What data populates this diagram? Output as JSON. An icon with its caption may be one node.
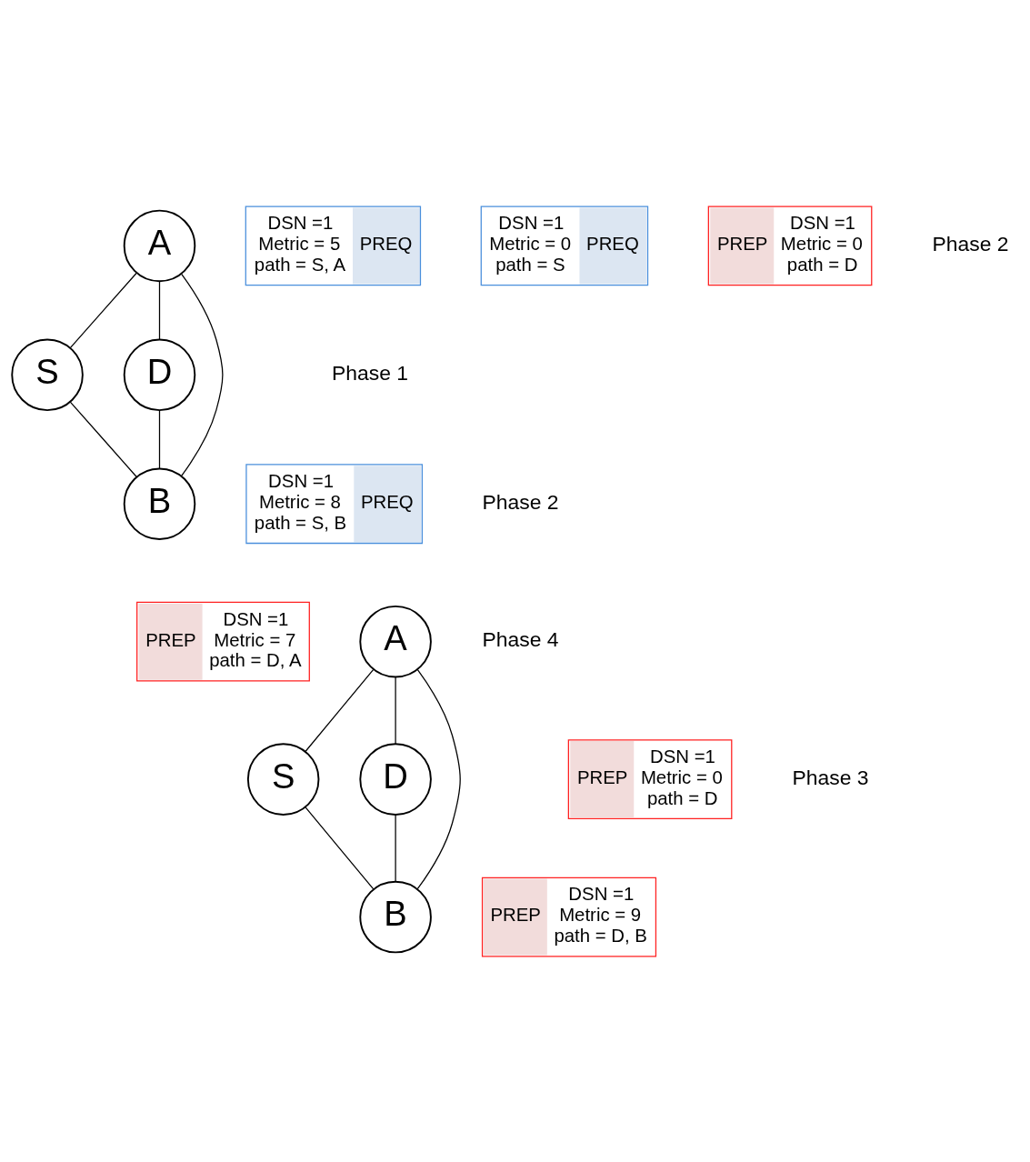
{
  "diagram": {
    "nodes": [
      {
        "text": [
          "A"
        ]
      },
      {
        "text": [
          "DSN =1",
          "Metric = 5",
          "path = S, A",
          "PREQ"
        ]
      },
      {
        "text": [
          "DSN =1",
          "Metric = 0",
          "path = S",
          "PREQ"
        ]
      },
      {
        "text": [
          "S"
        ]
      },
      {
        "text": [
          "D"
        ]
      },
      {
        "text": [
          "B"
        ]
      },
      {
        "text": [
          "DSN =1",
          "Metric = 8",
          "path = S, B",
          "PREQ"
        ]
      },
      {
        "text": [
          "PREP",
          "DSN =1",
          "Metric = 7",
          "path = D, A"
        ]
      },
      {
        "text": [
          "A"
        ]
      },
      {
        "text": [
          "PREP",
          "DSN =1",
          "Metric = 0",
          "path = D"
        ]
      },
      {
        "text": [
          "S"
        ]
      },
      {
        "text": [
          "D"
        ]
      },
      {
        "text": [
          "PREP",
          "DSN =1",
          "Metric = 0",
          "path = D"
        ]
      },
      {
        "text": [
          "PREP",
          "DSN =1",
          "Metric = 9",
          "path = D, B"
        ]
      },
      {
        "text": [
          "B"
        ]
      }
    ],
    "edges": [
      {
        "from": 0,
        "to": 3,
        "arrow": "none"
      },
      {
        "from": 0,
        "to": 4,
        "arrow": "none"
      },
      {
        "from": 0,
        "to": 5,
        "arrow": "none"
      },
      {
        "from": 3,
        "to": 5,
        "arrow": "none"
      },
      {
        "from": 4,
        "to": 5,
        "arrow": "none"
      },
      {
        "from": 8,
        "to": 10,
        "arrow": "none"
      },
      {
        "from": 8,
        "to": 11,
        "arrow": "none"
      },
      {
        "from": 8,
        "to": 14,
        "arrow": "none"
      },
      {
        "from": 10,
        "to": 14,
        "arrow": "none"
      },
      {
        "from": 11,
        "to": 14,
        "arrow": "none"
      }
    ],
    "labels": [
      "Phase 2",
      "Phase 1",
      "Phase 2",
      "Phase 4",
      "Phase 3"
    ]
  }
}
